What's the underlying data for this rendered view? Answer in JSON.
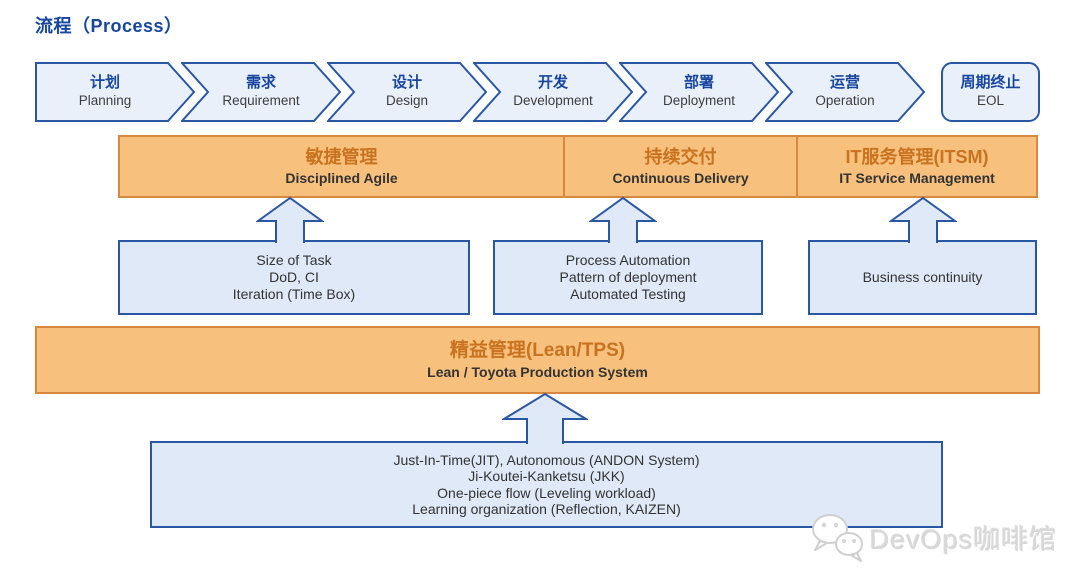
{
  "header": {
    "title": "流程（Process）"
  },
  "process_flow": {
    "stages": [
      {
        "zh": "计划",
        "en": "Planning"
      },
      {
        "zh": "需求",
        "en": "Requirement"
      },
      {
        "zh": "设计",
        "en": "Design"
      },
      {
        "zh": "开发",
        "en": "Development"
      },
      {
        "zh": "部署",
        "en": "Deployment"
      },
      {
        "zh": "运营",
        "en": "Operation"
      }
    ],
    "terminal": {
      "zh": "周期终止",
      "en": "EOL"
    }
  },
  "method_bar": {
    "sections": [
      {
        "zh": "敏捷管理",
        "en": "Disciplined Agile"
      },
      {
        "zh": "持续交付",
        "en": "Continuous Delivery"
      },
      {
        "zh": "IT服务管理(ITSM)",
        "en": "IT Service Management"
      }
    ]
  },
  "practice_boxes": [
    {
      "lines": [
        "Size of Task",
        "DoD, CI",
        "Iteration (Time Box)"
      ]
    },
    {
      "lines": [
        "Process Automation",
        "Pattern of deployment",
        "Automated Testing"
      ]
    },
    {
      "lines": [
        "Business continuity"
      ]
    }
  ],
  "lean_bar": {
    "zh": "精益管理(Lean/TPS)",
    "en": "Lean / Toyota Production System"
  },
  "lean_practices": {
    "lines": [
      "Just-In-Time(JIT), Autonomous (ANDON System)",
      "Ji-Koutei-Kanketsu (JKK)",
      "One-piece flow (Leveling workload)",
      "Learning organization (Reflection, KAIZEN)"
    ]
  },
  "watermark": {
    "label": "DevOps咖啡馆"
  },
  "colors": {
    "blue-border": "#2a57a4",
    "blue-text": "#1746a0",
    "chevron-fill": "#eaf0fa",
    "box-fill": "#dfe9f7",
    "orange-fill": "#f7c07d",
    "orange-border": "#d9883f",
    "orange-text": "#c9731f",
    "body-text": "#333333",
    "watermark": "#d8d8d8"
  }
}
